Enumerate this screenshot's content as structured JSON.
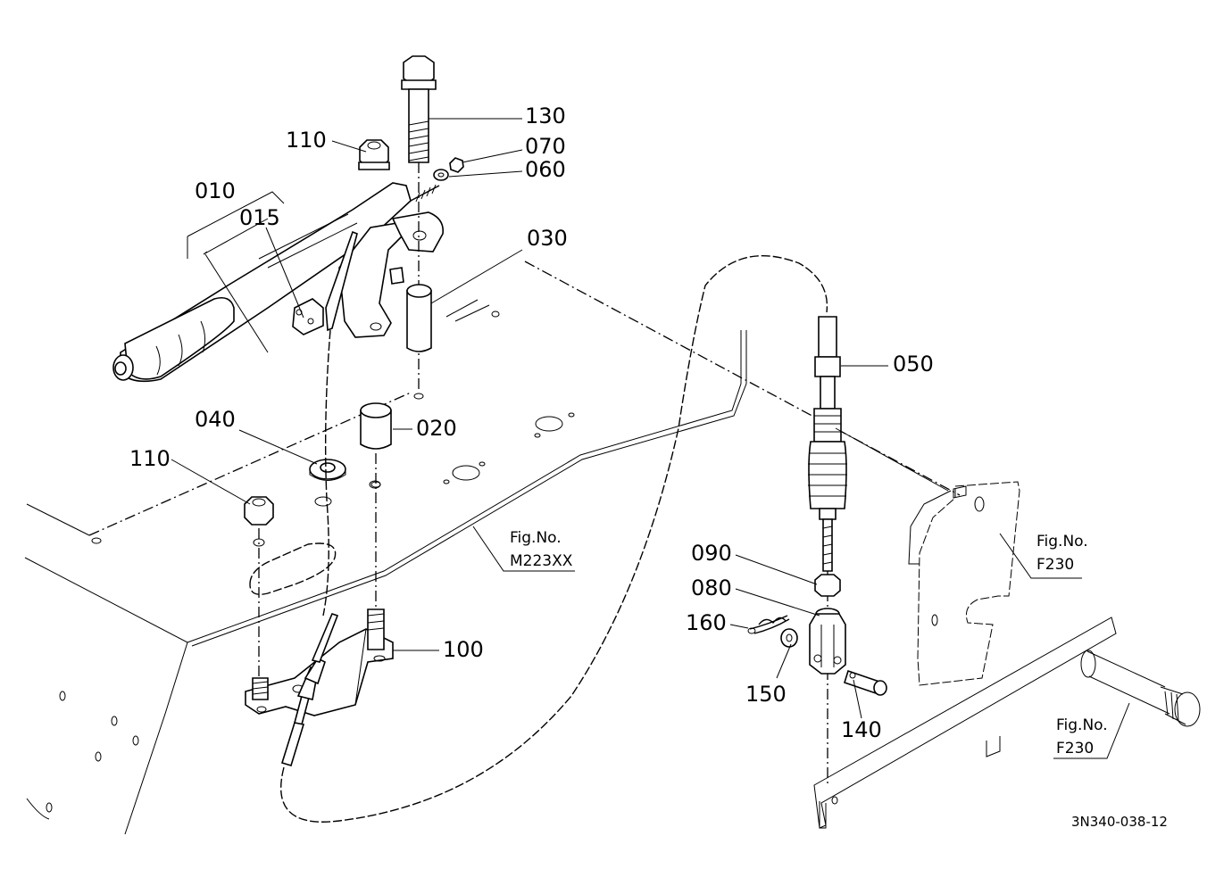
{
  "parts": {
    "p010": "010",
    "p015": "015",
    "p020": "020",
    "p030": "030",
    "p040": "040",
    "p050": "050",
    "p060": "060",
    "p070": "070",
    "p080": "080",
    "p090": "090",
    "p100": "100",
    "p110a": "110",
    "p110b": "110",
    "p130": "130",
    "p140": "140",
    "p150": "150",
    "p160": "160"
  },
  "figure_refs": {
    "m223_line1": "Fig.No.",
    "m223_line2": "M223XX",
    "f230a_line1": "Fig.No.",
    "f230a_line2": "F230",
    "f230b_line1": "Fig.No.",
    "f230b_line2": "F230"
  },
  "drawing_code": "3N340-038-12"
}
